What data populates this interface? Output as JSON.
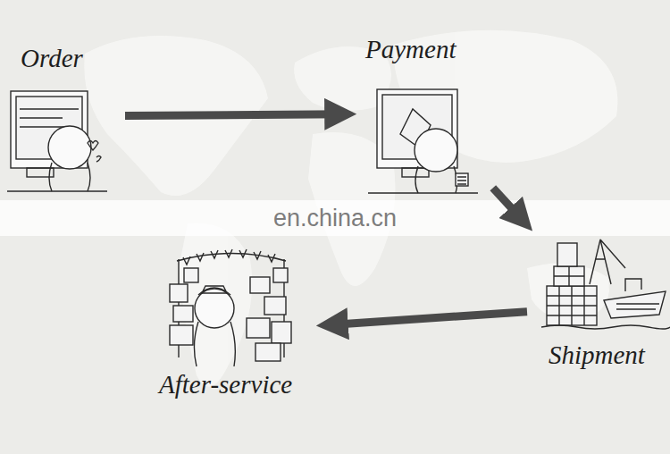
{
  "diagram": {
    "nodes": [
      {
        "text": [
          "Order"
        ]
      },
      {
        "text": [
          "Payment"
        ]
      },
      {
        "text": [
          "Shipment"
        ]
      },
      {
        "text": [
          "After-service"
        ]
      }
    ],
    "edges": [
      {
        "from": 0,
        "to": 1,
        "arrow": "to"
      },
      {
        "from": 1,
        "to": 2,
        "arrow": "to"
      },
      {
        "from": 2,
        "to": 3,
        "arrow": "to"
      }
    ],
    "labels": [
      "en.china.cn"
    ]
  }
}
